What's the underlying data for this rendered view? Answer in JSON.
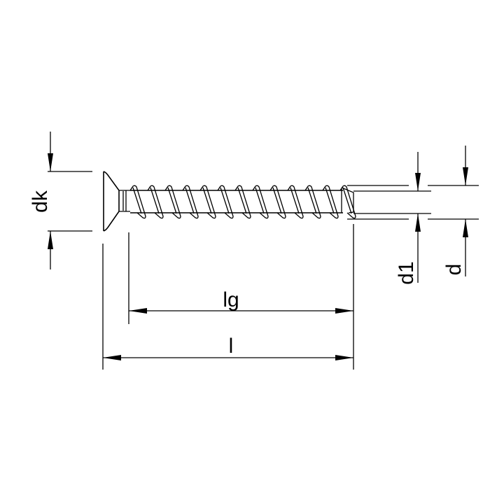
{
  "labels": {
    "dk": "dk",
    "lg": "lg",
    "l": "l",
    "d1": "d1",
    "d": "d"
  },
  "colors": {
    "line": "#000000",
    "background": "#ffffff"
  }
}
